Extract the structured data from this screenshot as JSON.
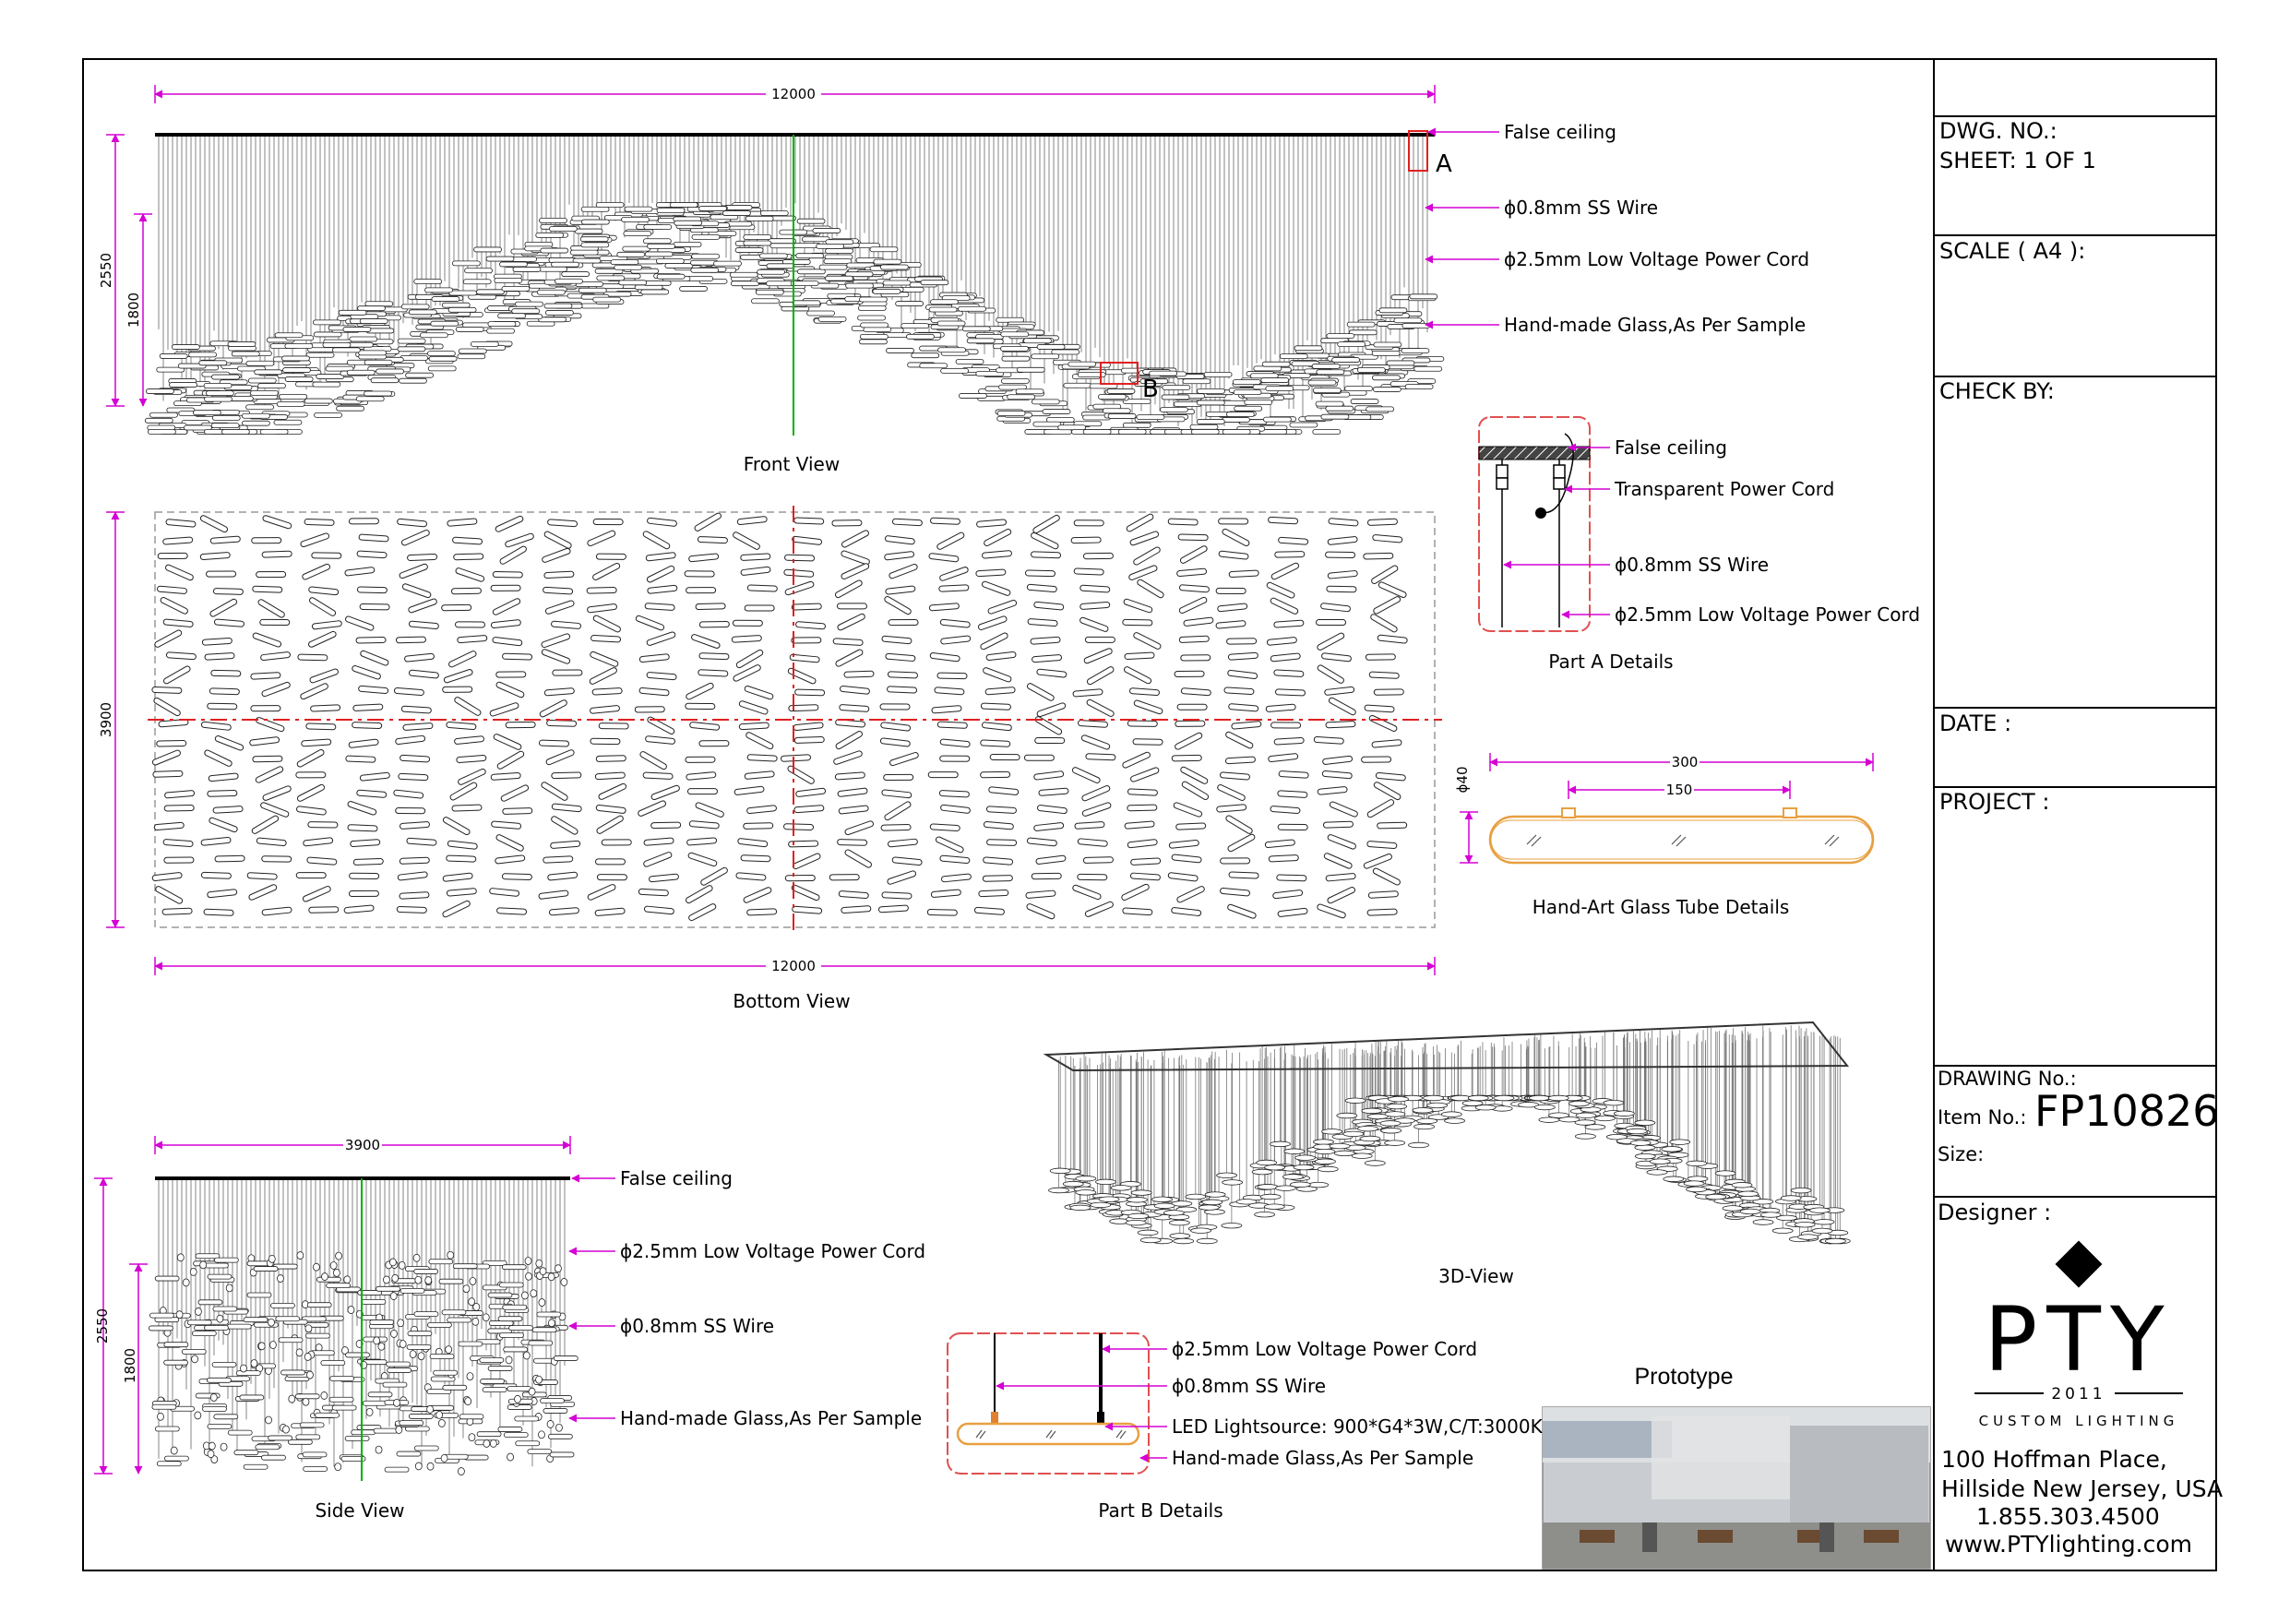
{
  "colors": {
    "dimension": "#d400d4",
    "detail_outline": "#e05050",
    "glass_outline": "#e8a040",
    "centerline_green": "#00b000",
    "centerline_red": "#e02020"
  },
  "front_view": {
    "width_dim": "12000",
    "height_dim": "2550",
    "drop_dim": "1800",
    "label": "Front View",
    "marker_a": "A",
    "marker_b": "B",
    "callouts": [
      "False ceiling",
      "ϕ0.8mm SS Wire",
      "ϕ2.5mm Low Voltage Power Cord",
      "Hand-made Glass,As Per Sample"
    ]
  },
  "bottom_view": {
    "width_dim": "12000",
    "depth_dim": "3900",
    "label": "Bottom View"
  },
  "side_view": {
    "width_dim": "3900",
    "height_dim": "2550",
    "drop_dim": "1800",
    "label": "Side View",
    "callouts": [
      "False ceiling",
      "ϕ2.5mm Low Voltage Power Cord",
      "ϕ0.8mm SS Wire",
      "Hand-made Glass,As Per Sample"
    ]
  },
  "part_a": {
    "label": "Part  A Details",
    "callouts": [
      "False ceiling",
      "Transparent Power Cord",
      "ϕ0.8mm SS Wire",
      "ϕ2.5mm Low Voltage Power Cord"
    ]
  },
  "tube": {
    "label": "Hand-Art Glass Tube Details",
    "length_dim": "300",
    "spacing_dim": "150",
    "diameter_dim": "ϕ40"
  },
  "part_b": {
    "label": "Part  B Details",
    "callouts": [
      "ϕ2.5mm Low Voltage Power Cord",
      "ϕ0.8mm SS Wire",
      "LED Lightsource: 900*G4*3W,C/T:3000K",
      "Hand-made Glass,As Per Sample"
    ]
  },
  "view_3d": {
    "label": "3D-View"
  },
  "prototype": {
    "label": "Prototype"
  },
  "title_block": {
    "dwg_no": "DWG. NO.:",
    "sheet": "SHEET: 1 OF 1",
    "scale": "SCALE ( A4 ):",
    "check_by": "CHECK BY:",
    "date": "DATE :",
    "project": "PROJECT :",
    "drawing_no": "DRAWING No.:",
    "item_no_label": "Item No.:",
    "item_no": "FP10826",
    "size": "Size:",
    "designer": "Designer :",
    "logo_text": "PTY",
    "logo_year": "2011",
    "logo_sub": "CUSTOM LIGHTING",
    "address1": "100 Hoffman Place,",
    "address2": "Hillside New Jersey, USA",
    "phone": "1.855.303.4500",
    "website": "www.PTYlighting.com"
  }
}
